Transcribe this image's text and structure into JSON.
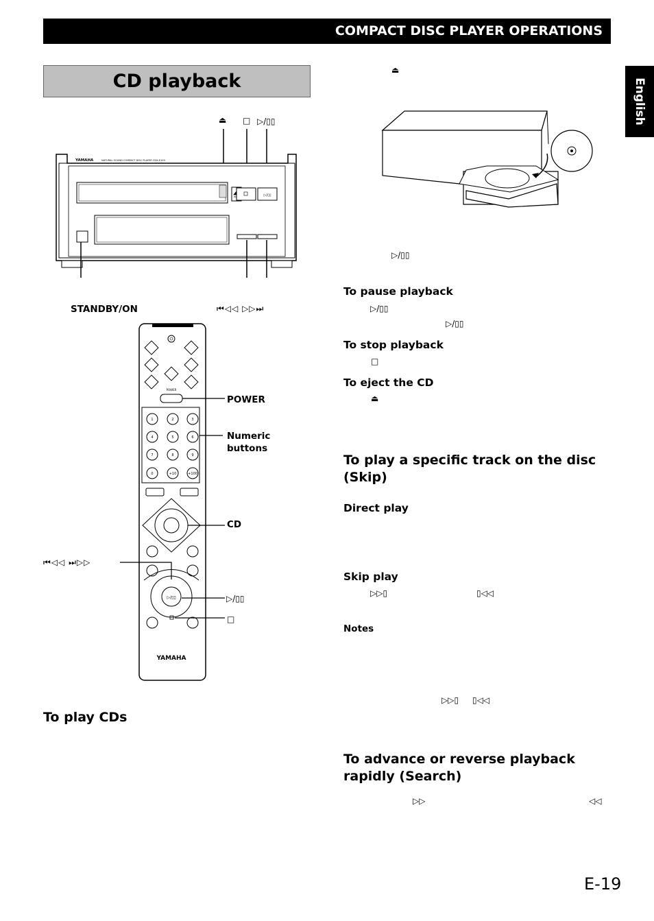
{
  "header": {
    "section_title": "COMPACT DISC PLAYER OPERATIONS",
    "language_tab": "English"
  },
  "page": {
    "title": "CD playback",
    "page_number": "E-19"
  },
  "front_panel": {
    "labels": {
      "standby_on": "STANDBY/ON"
    },
    "brand": "YAMAHA",
    "model_text": "NATURAL SOUND COMPACT DISC PLAYER CDX-E100"
  },
  "remote": {
    "labels": {
      "power": "POWER",
      "numeric_line1": "Numeric",
      "numeric_line2": "buttons",
      "cd": "CD"
    },
    "power_key_label": "POWER",
    "brand": "YAMAHA",
    "digits": [
      "1",
      "2",
      "3",
      "4",
      "5",
      "6",
      "7",
      "8",
      "9",
      "0",
      "+10",
      "+100"
    ]
  },
  "symbols": {
    "eject": "⏏",
    "stop": "□",
    "play_pause": "▷/▯▯",
    "skip_search_row": "⏮◁◁  ▷▷⏭",
    "remote_skip_row": "⏮◁◁ ⏭▷▷",
    "skip_forward": "▷▷▯",
    "skip_back": "▯◁◁",
    "search_forward": "▷▷",
    "search_back": "◁◁"
  },
  "sections": {
    "to_play_cds": "To play CDs",
    "to_pause": "To pause playback",
    "to_stop": "To stop playback",
    "to_eject": "To eject the CD",
    "skip_heading_line1": "To play a specific track on the disc",
    "skip_heading_line2": "(Skip)",
    "direct_play": "Direct play",
    "skip_play": "Skip play",
    "notes": "Notes",
    "search_heading_line1": "To advance or reverse playback",
    "search_heading_line2": "rapidly (Search)"
  }
}
